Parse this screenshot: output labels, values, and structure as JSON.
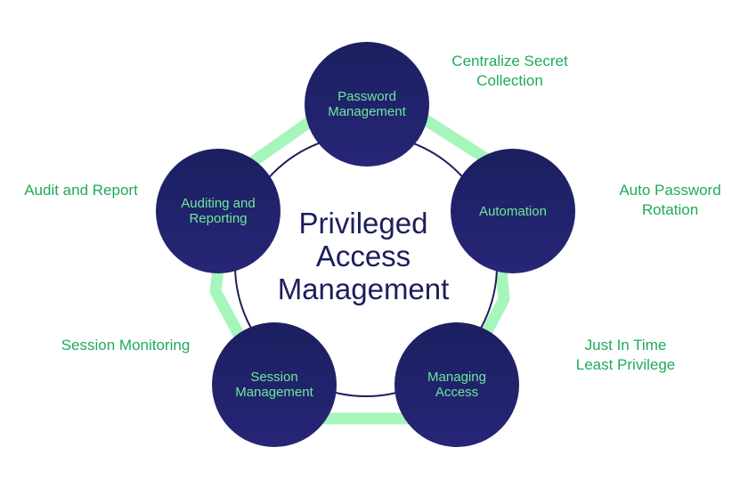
{
  "center_title": "Privileged\nAccess\nManagement",
  "nodes": [
    {
      "label": "Password\nManagement"
    },
    {
      "label": "Automation"
    },
    {
      "label": "Managing\nAccess"
    },
    {
      "label": "Session\nManagement"
    },
    {
      "label": "Auditing and\nReporting"
    }
  ],
  "side_labels": [
    {
      "text": "Centralize Secret\nCollection"
    },
    {
      "text": "Auto Password\nRotation"
    },
    {
      "text": "Just In Time\nLeast Privilege"
    },
    {
      "text": "Session Monitoring"
    },
    {
      "text": "Audit and Report"
    }
  ],
  "colors": {
    "node_fill": "#1f2366",
    "node_text": "#6ee89a",
    "ring": "#9ef7b4",
    "connector": "#1c1f5c",
    "side_text": "#1faa5c",
    "title_text": "#1c1f5c"
  }
}
